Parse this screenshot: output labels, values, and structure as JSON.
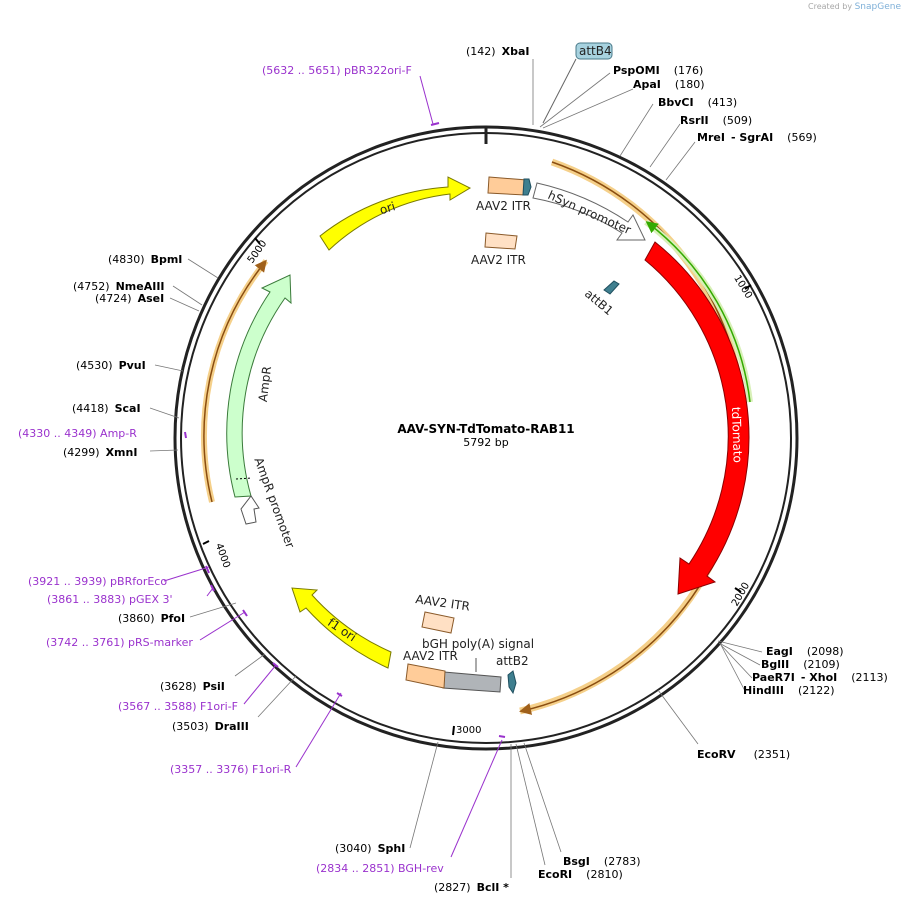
{
  "credit": {
    "created_by": "Created by",
    "brand": "SnapGene"
  },
  "plasmid": {
    "name": "AAV-SYN-TdTomato-RAB11",
    "length": "5792 bp"
  },
  "ticks": [
    "1000",
    "2000",
    "3000",
    "4000",
    "5000"
  ],
  "features": {
    "attB4": "attB4",
    "aav2_itr_1": "AAV2 ITR",
    "hsyn": "hSyn promoter",
    "aav2_itr_2": "AAV2 ITR",
    "attB1": "attB1",
    "tdtomato": "tdTomato",
    "ori": "ori",
    "ampr": "AmpR",
    "ampr_promoter": "AmpR promoter",
    "f1ori": "f1 ori",
    "aav2_itr_3": "AAV2 ITR",
    "bgh": "bGH poly(A) signal",
    "aav2_itr_4": "AAV2 ITR",
    "attB2": "attB2"
  },
  "sites": {
    "xbai": {
      "name": "XbaI",
      "pos": "(142)"
    },
    "pspomi": {
      "name": "PspOMI",
      "pos": "(176)"
    },
    "apai": {
      "name": "ApaI",
      "pos": "(180)"
    },
    "bbvci": {
      "name": "BbvCI",
      "pos": "(413)"
    },
    "rsrii": {
      "name": "RsrII",
      "pos": "(509)"
    },
    "mrei": {
      "name": "MreI",
      "name2": "- SgrAI",
      "pos": "(569)"
    },
    "eagi": {
      "name": "EagI",
      "pos": "(2098)"
    },
    "bglii": {
      "name": "BglII",
      "pos": "(2109)"
    },
    "paer7i": {
      "name": "PaeR7I",
      "name2": "- XhoI",
      "pos": "(2113)"
    },
    "hindiii": {
      "name": "HindIII",
      "pos": "(2122)"
    },
    "ecorv": {
      "name": "EcoRV",
      "pos": "(2351)"
    },
    "bsgi": {
      "name": "BsgI",
      "pos": "(2783)"
    },
    "ecori": {
      "name": "EcoRI",
      "pos": "(2810)"
    },
    "bcli": {
      "name": "BclI *",
      "pos": "(2827)"
    },
    "sphi": {
      "name": "SphI",
      "pos": "(3040)"
    },
    "draiii": {
      "name": "DraIII",
      "pos": "(3503)"
    },
    "psii": {
      "name": "PsiI",
      "pos": "(3628)"
    },
    "pfoi": {
      "name": "PfoI",
      "pos": "(3860)"
    },
    "xmni": {
      "name": "XmnI",
      "pos": "(4299)"
    },
    "scai": {
      "name": "ScaI",
      "pos": "(4418)"
    },
    "pvui": {
      "name": "PvuI",
      "pos": "(4530)"
    },
    "asei": {
      "name": "AseI",
      "pos": "(4724)"
    },
    "nmeaiii": {
      "name": "NmeAIII",
      "pos": "(4752)"
    },
    "bpmi": {
      "name": "BpmI",
      "pos": "(4830)"
    }
  },
  "primers": {
    "pbr322": "(5632 .. 5651)  pBR322ori-F",
    "ampr": "(4330 .. 4349)  Amp-R",
    "pbrforeco": "(3921 .. 3939)  pBRforEco",
    "pgex": "(3861 .. 3883)  pGEX 3'",
    "prs": "(3742 .. 3761)  pRS-marker",
    "f1orif": "(3567 .. 3588)  F1ori-F",
    "f1orir": "(3357 .. 3376)  F1ori-R",
    "bghrev": "(2834 .. 2851)  BGH-rev"
  },
  "colors": {
    "backbone": "#222222",
    "tdtomato": "#ff0000",
    "ori": "#ffff00",
    "ampr": "#ccffcc",
    "itr": "#ffcc99",
    "primer": "#9a32cd",
    "orange_arc": "#f0b050",
    "green_arc": "#33aa00",
    "attb": "#3f7f8f"
  }
}
